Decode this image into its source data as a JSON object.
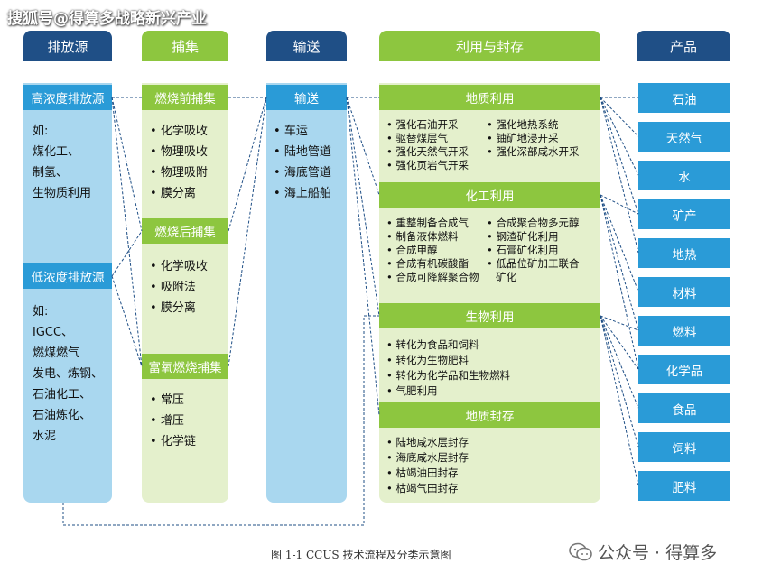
{
  "watermark_top": "搜狐号@得算多战略新兴产业",
  "headers": {
    "emission": "排放源",
    "capture": "捕集",
    "transport": "输送",
    "utilization": "利用与封存",
    "product": "产品"
  },
  "emission": {
    "high_label": "高浓度排放源",
    "high_items": [
      "如:",
      "煤化工、",
      "制氢、",
      "生物质利用"
    ],
    "low_label": "低浓度排放源",
    "low_items": [
      "如:",
      "IGCC、",
      "燃煤燃气",
      "发电、炼钢、",
      "石油化工、",
      "石油炼化、",
      "水泥"
    ]
  },
  "capture": {
    "pre_label": "燃烧前捕集",
    "pre_items": [
      "化学吸收",
      "物理吸收",
      "物理吸附",
      "膜分离"
    ],
    "post_label": "燃烧后捕集",
    "post_items": [
      "化学吸收",
      "吸附法",
      "膜分离"
    ],
    "oxy_label": "富氧燃烧捕集",
    "oxy_items": [
      "常压",
      "增压",
      "化学链"
    ]
  },
  "transport": {
    "label": "输送",
    "items": [
      "车运",
      "陆地管道",
      "海底管道",
      "海上船舶"
    ]
  },
  "utilization": {
    "geo_label": "地质利用",
    "geo_left": [
      "强化石油开采",
      "驱替煤层气",
      "强化天然气开采",
      "强化页岩气开采"
    ],
    "geo_right": [
      "强化地热系统",
      "铀矿地浸开采",
      "强化深部咸水开采"
    ],
    "chem_label": "化工利用",
    "chem_left": [
      "重整制备合成气",
      "制备液体燃料",
      "合成甲醇",
      "合成有机碳酸酯",
      "合成可降解聚合物"
    ],
    "chem_right": [
      "合成聚合物多元醇",
      "钢渣矿化利用",
      "石膏矿化利用",
      "低品位矿加工联合",
      "矿化"
    ],
    "bio_label": "生物利用",
    "bio_items": [
      "转化为食品和饲料",
      "转化为生物肥料",
      "转化为化学品和生物燃料",
      "气肥利用"
    ],
    "storage_label": "地质封存",
    "storage_items": [
      "陆地咸水层封存",
      "海底咸水层封存",
      "枯竭油田封存",
      "枯竭气田封存"
    ]
  },
  "products": [
    "石油",
    "天然气",
    "水",
    "矿产",
    "地热",
    "材料",
    "燃料",
    "化学品",
    "食品",
    "饲料",
    "肥料"
  ],
  "caption": "图 1-1 CCUS 技术流程及分类示意图",
  "watermark_bottom": "公众号 · 得算多"
}
